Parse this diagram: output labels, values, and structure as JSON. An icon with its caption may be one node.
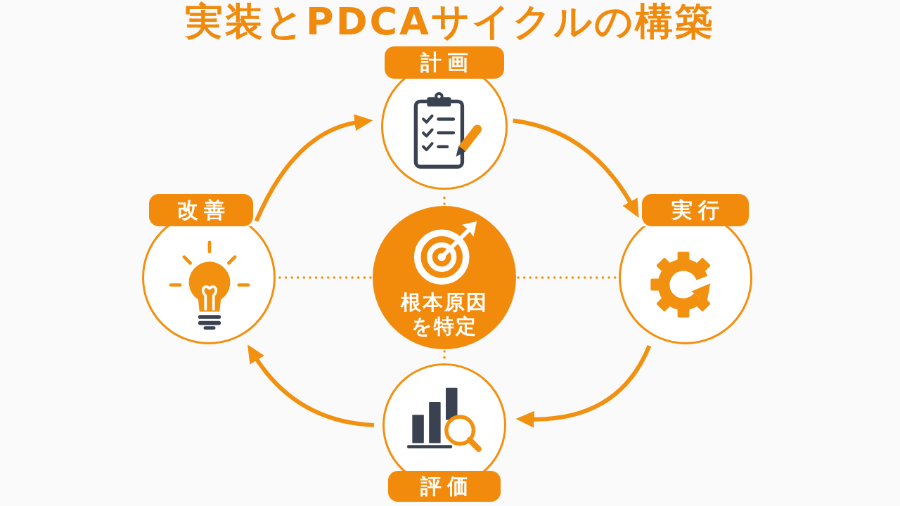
{
  "diagram": {
    "title": "実装とPDCAサイクルの構築",
    "nodes": [
      {
        "text": [
          "計画"
        ]
      },
      {
        "text": [
          "改善"
        ]
      },
      {
        "text": [
          "根本原因を特定"
        ]
      },
      {
        "text": [
          "実行"
        ]
      },
      {
        "text": [
          "評価"
        ]
      }
    ],
    "edges": [
      {
        "from": 0,
        "to": 3,
        "arrow": "to"
      },
      {
        "from": 3,
        "to": 4,
        "arrow": "to"
      },
      {
        "from": 4,
        "to": 1,
        "arrow": "to"
      },
      {
        "from": 1,
        "to": 0,
        "arrow": "to"
      },
      {
        "from": 2,
        "to": 0,
        "arrow": "none",
        "style": "dashed"
      },
      {
        "from": 2,
        "to": 1,
        "arrow": "none",
        "style": "dashed"
      },
      {
        "from": 2,
        "to": 3,
        "arrow": "none",
        "style": "dashed"
      },
      {
        "from": 2,
        "to": 4,
        "arrow": "none",
        "style": "dashed"
      }
    ]
  }
}
